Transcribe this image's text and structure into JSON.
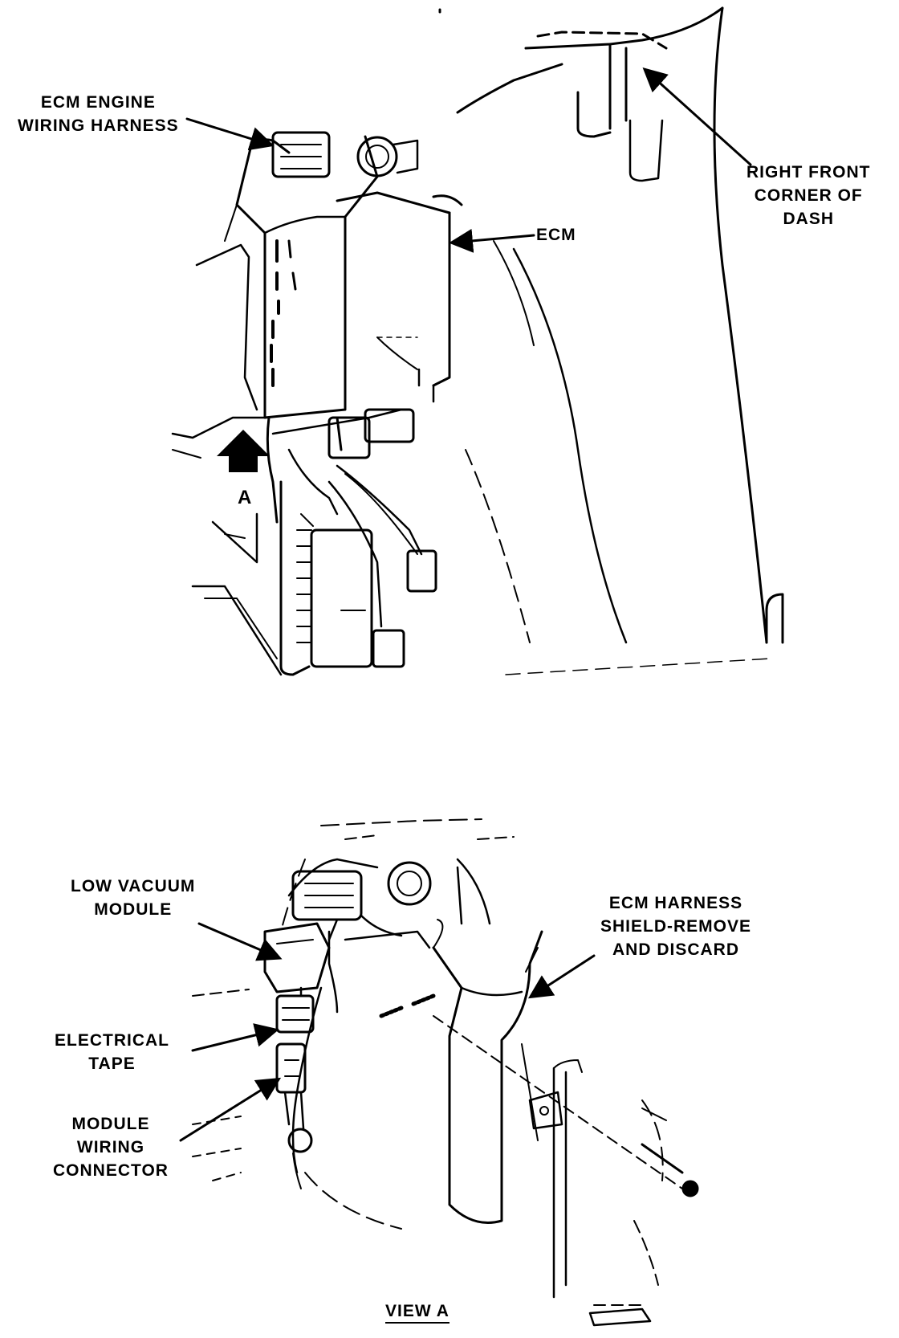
{
  "top_figure": {
    "callouts": {
      "ecm_engine_harness": [
        "ECM ENGINE",
        "WIRING HARNESS"
      ],
      "ecm": [
        "ECM"
      ],
      "right_front_corner": [
        "RIGHT FRONT",
        "CORNER OF",
        "DASH"
      ],
      "view_marker": "A"
    }
  },
  "bottom_figure": {
    "callouts": {
      "low_vacuum_module": [
        "LOW VACUUM",
        "MODULE"
      ],
      "electrical_tape": [
        "ELECTRICAL",
        "TAPE"
      ],
      "module_wiring_connector": [
        "MODULE",
        "WIRING",
        "CONNECTOR"
      ],
      "ecm_harness_shield": [
        "ECM HARNESS",
        "SHIELD-REMOVE",
        "AND DISCARD"
      ]
    },
    "caption": "VIEW A"
  }
}
